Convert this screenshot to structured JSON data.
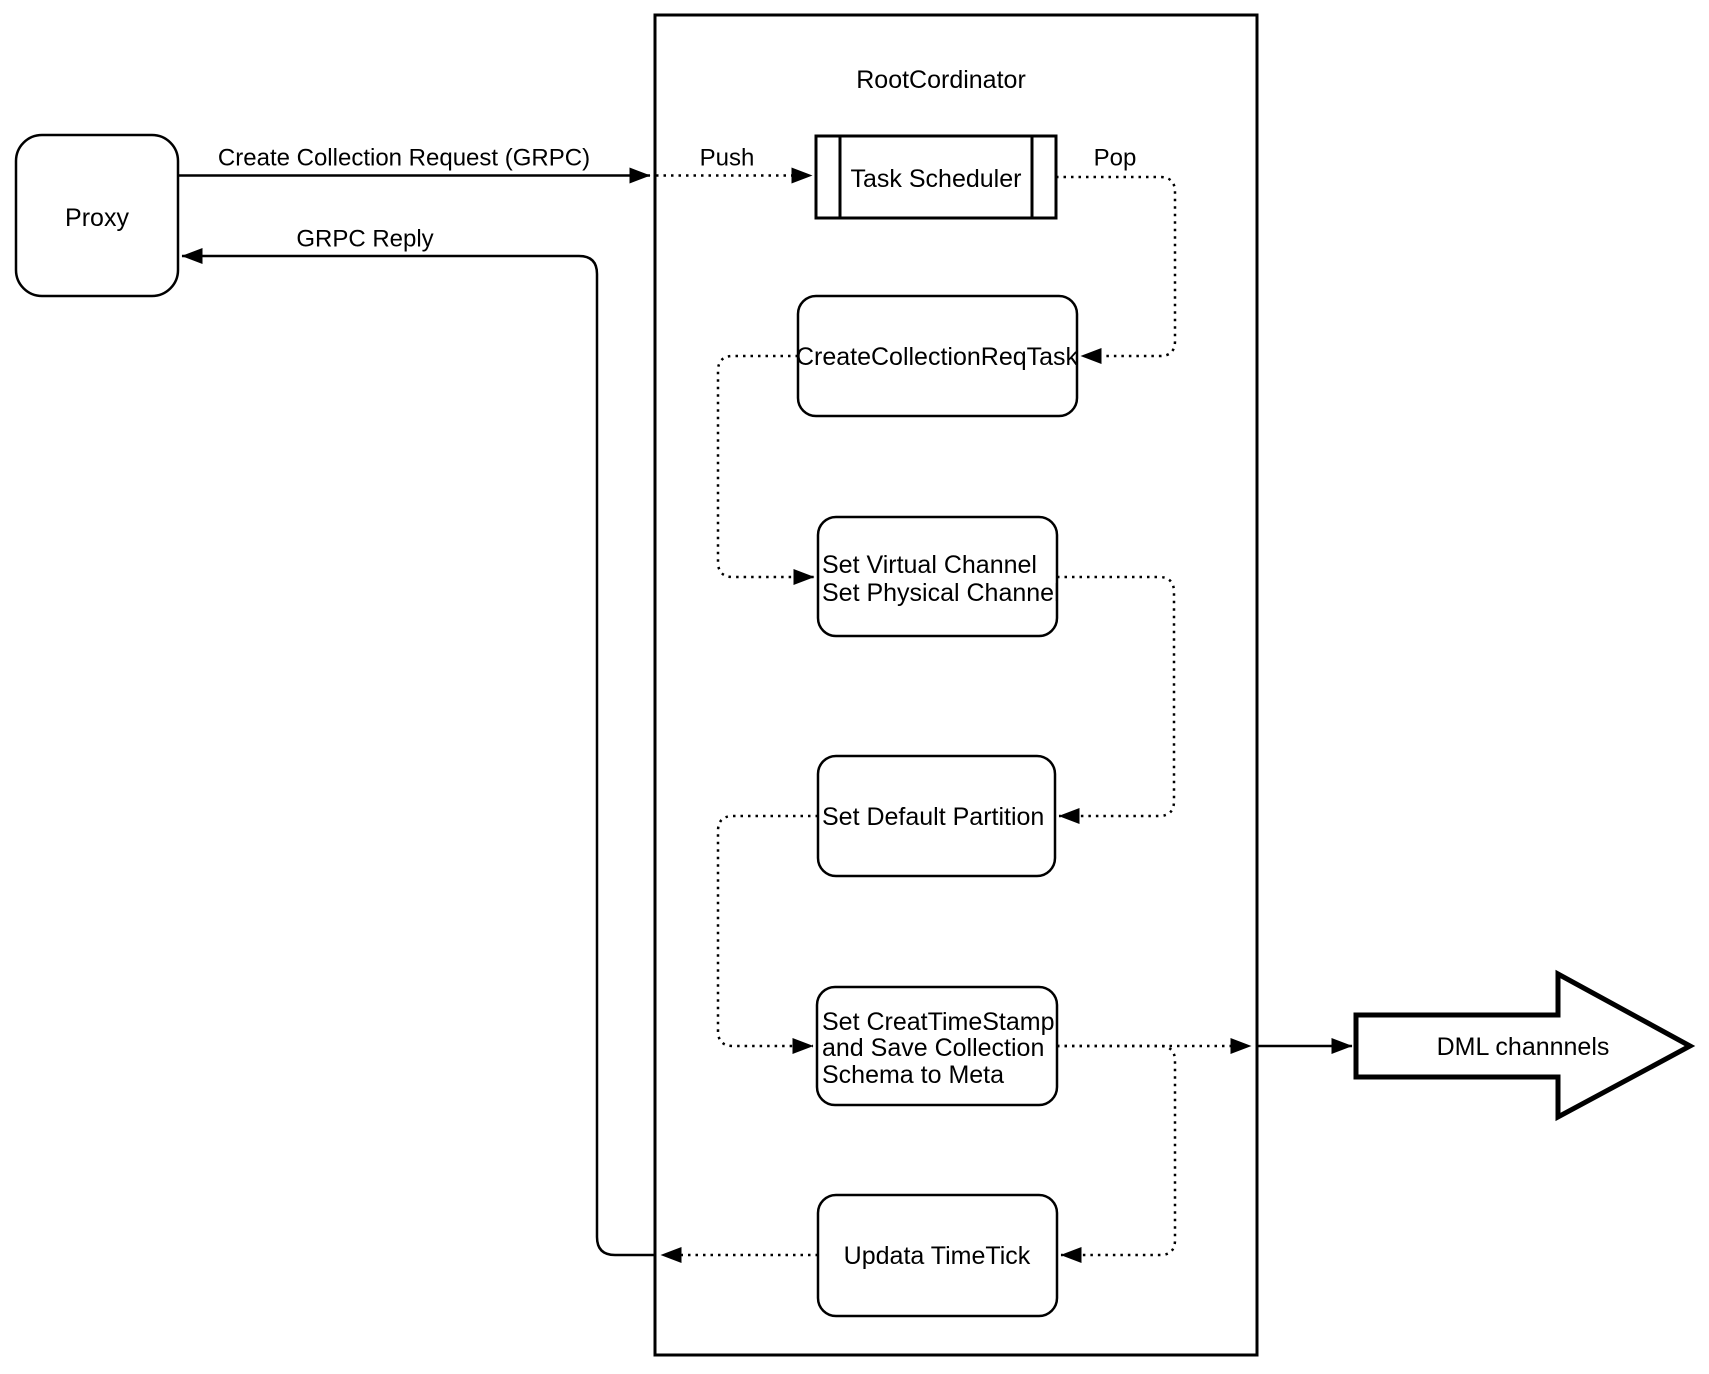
{
  "canvas": {
    "background": "#ffffff",
    "stroke_color": "#000000"
  },
  "nodes": {
    "proxy": {
      "label": "Proxy"
    },
    "root_coordinator": {
      "title": "RootCordinator"
    },
    "task_scheduler": {
      "label": "Task Scheduler"
    },
    "create_collection_req_task": {
      "label": "CreateCollectionReqTask"
    },
    "set_channels": {
      "line1": "Set Virtual Channel",
      "line2": "Set Physical Channel"
    },
    "set_default_partition": {
      "label": "Set Default Partition"
    },
    "set_timestamp": {
      "line1": "Set CreatTimeStamp",
      "line2": "and Save Collection",
      "line3": "Schema to Meta"
    },
    "update_timetick": {
      "label": "Updata TimeTick"
    },
    "dml_channels": {
      "label": "DML channnels"
    }
  },
  "edges": {
    "create_collection_request": {
      "label": "Create Collection Request (GRPC)"
    },
    "push": {
      "label": "Push"
    },
    "pop": {
      "label": "Pop"
    },
    "grpc_reply": {
      "label": "GRPC Reply"
    }
  }
}
